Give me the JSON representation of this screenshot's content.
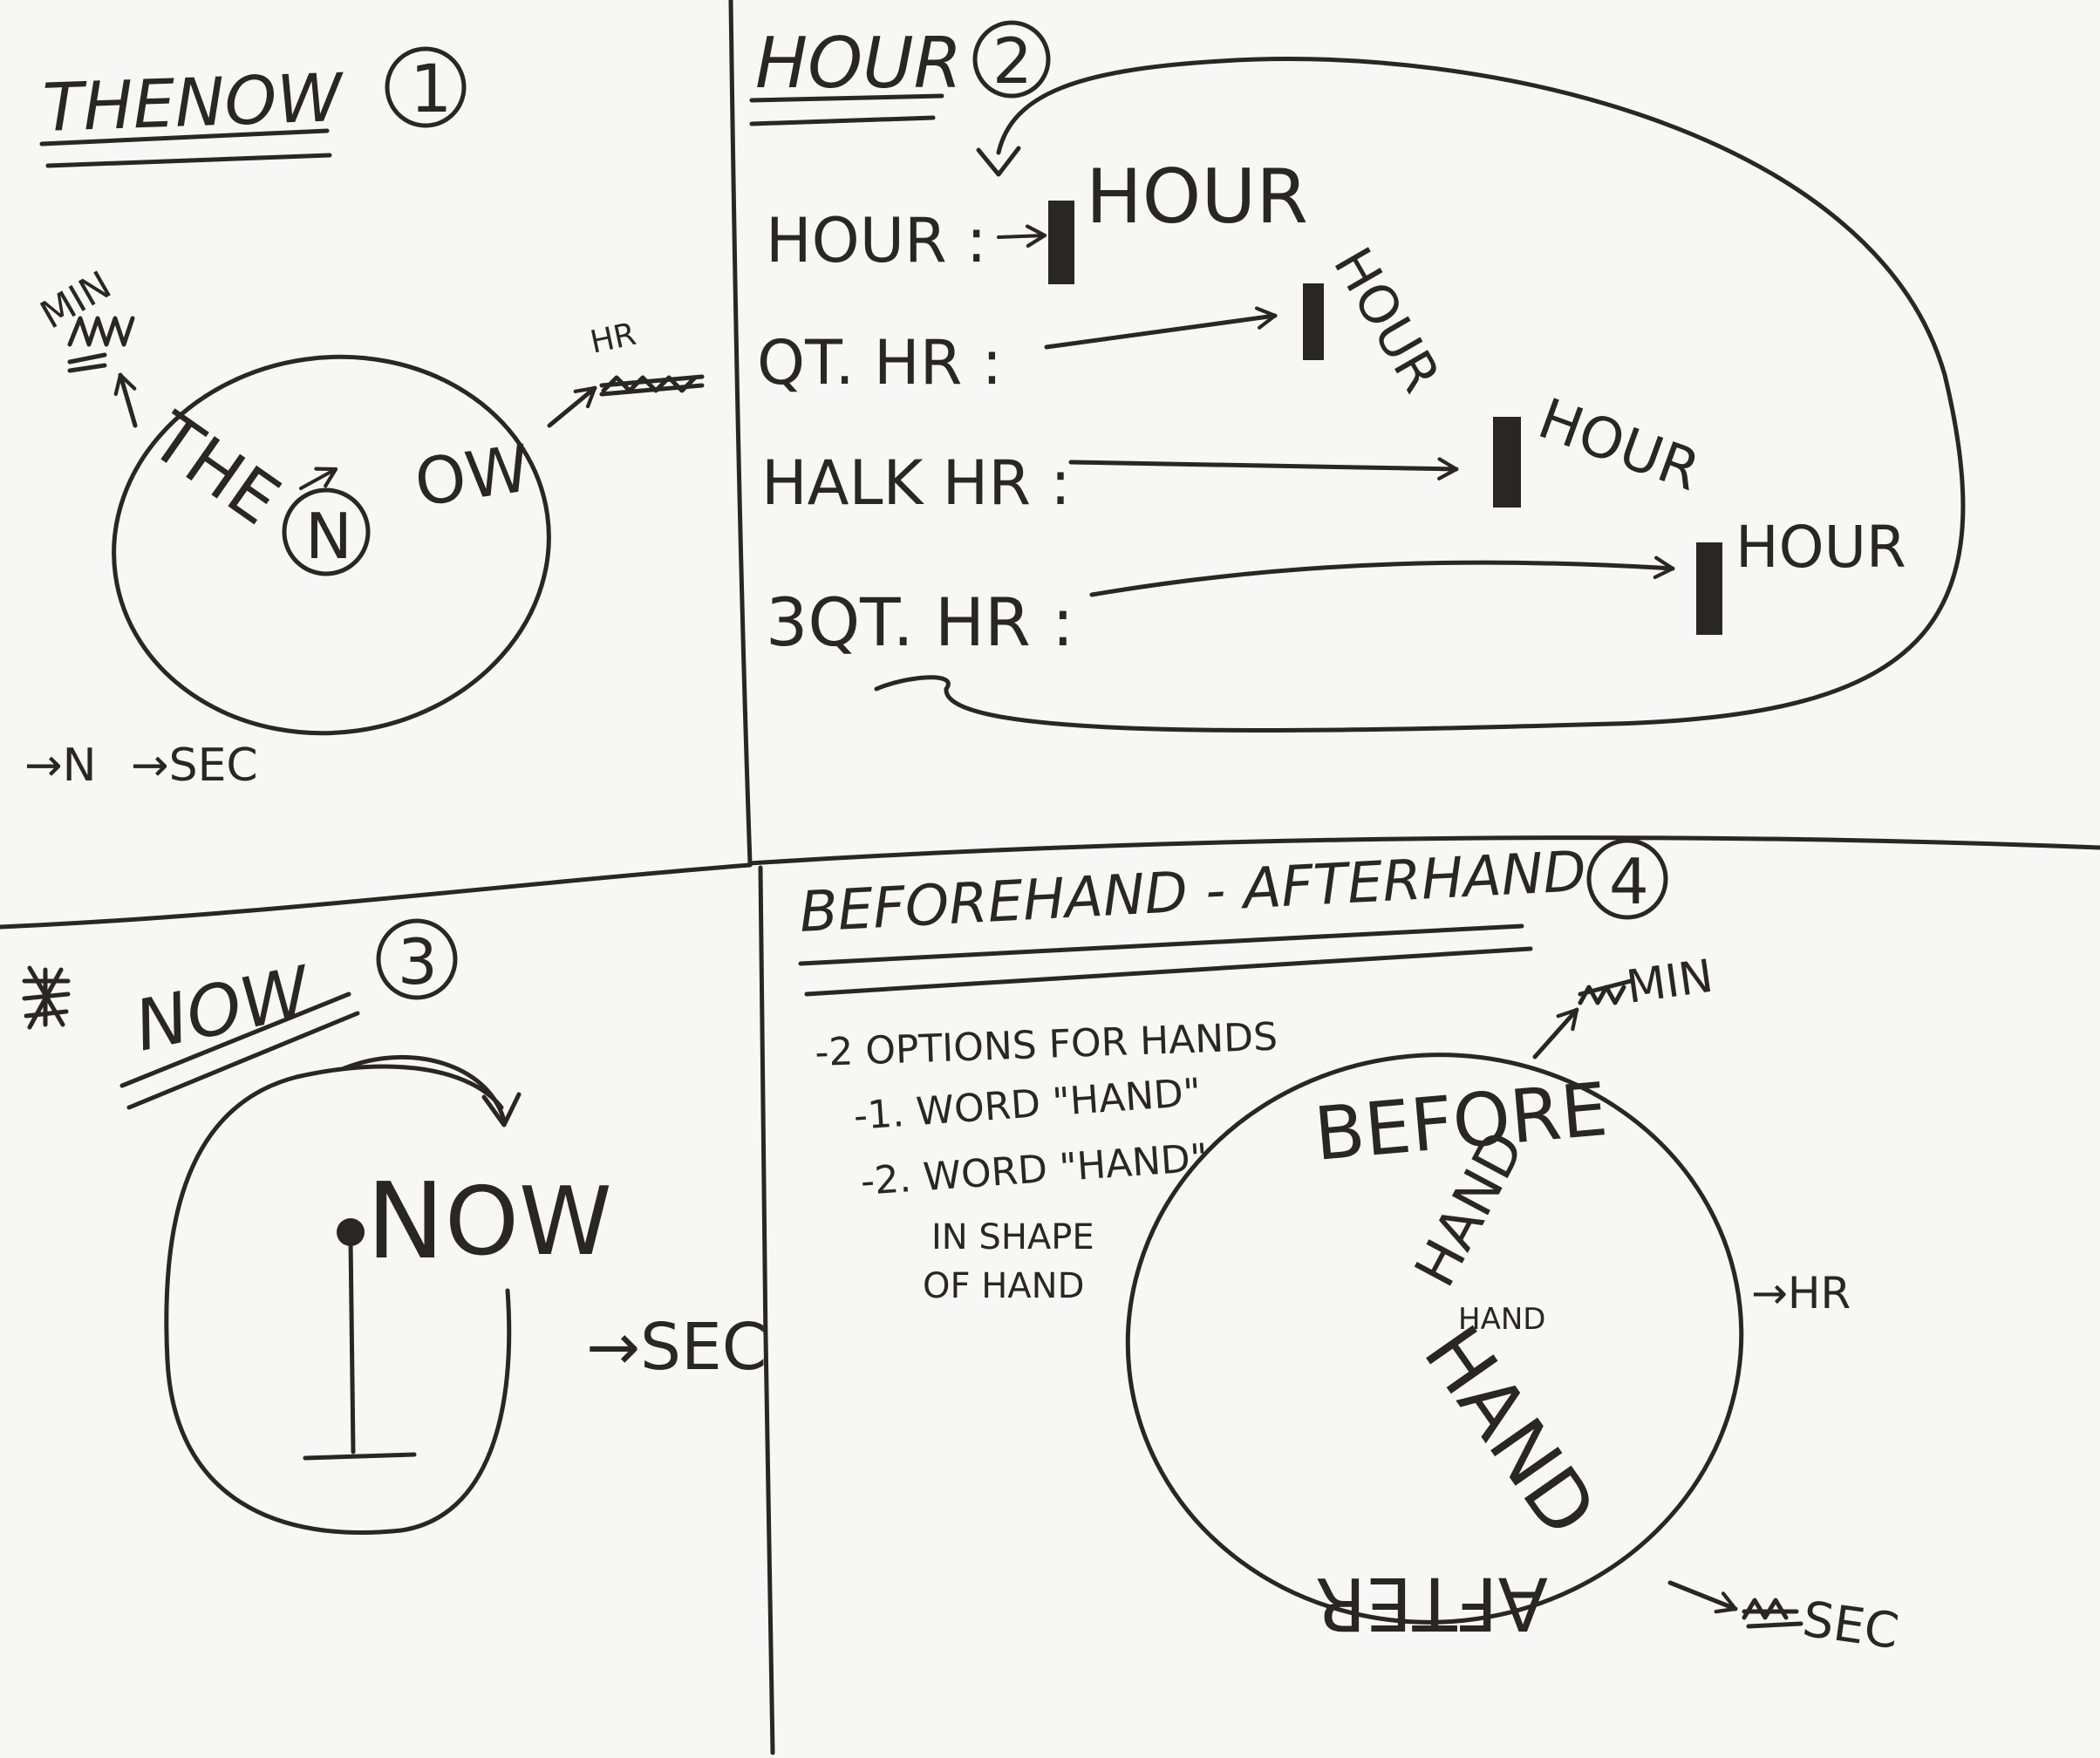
{
  "panel1": {
    "title": "THENOW",
    "number": "1",
    "min_label": "MIN",
    "hr_label": "HR",
    "the": "THE",
    "n": "N",
    "ow": "OW",
    "footer_n": "→N",
    "footer_sec": "→SEC"
  },
  "panel2": {
    "title": "HOUR",
    "number": "2",
    "rows": [
      {
        "label": "HOUR :",
        "word": "HOUR"
      },
      {
        "label": "QT. HR :",
        "word": "HOUR"
      },
      {
        "label": "HALK HR :",
        "word": "HOUR"
      },
      {
        "label": "3QT. HR :",
        "word": "HOUR"
      }
    ]
  },
  "panel3": {
    "title": "NOW",
    "number": "3",
    "word_n": "N",
    "word_ow": "OW",
    "sec_label": "→SEC"
  },
  "panel4": {
    "title": "BEFOREHAND - AFTERHAND",
    "number": "4",
    "notes": [
      "-2 OPTIONS FOR HANDS",
      "-1. WORD \"HAND\"",
      "-2. WORD \"HAND\"",
      "IN SHAPE",
      "OF HAND"
    ],
    "before": "BEFORE",
    "after": "AFTER",
    "hand_min": "HAND",
    "hand_small": "HAND",
    "hand_hr": "HAND",
    "min_label": "MIN",
    "hr_label": "→HR",
    "sec_label": "SEC"
  }
}
